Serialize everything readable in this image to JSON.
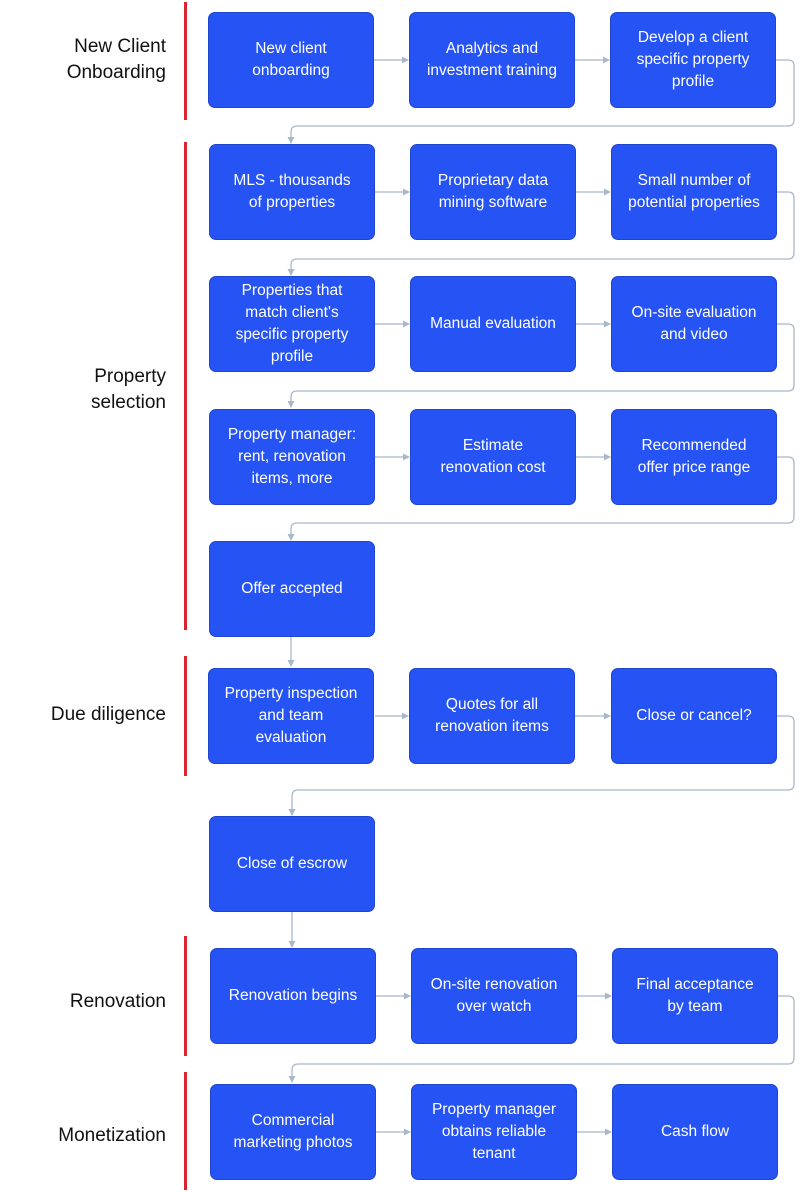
{
  "stages": [
    {
      "id": "new-client-onboarding",
      "label": "New Client\nOnboarding"
    },
    {
      "id": "property-selection",
      "label": "Property\nselection"
    },
    {
      "id": "due-diligence",
      "label": "Due diligence"
    },
    {
      "id": "renovation",
      "label": "Renovation"
    },
    {
      "id": "monetization",
      "label": "Monetization"
    }
  ],
  "steps": {
    "new_client_onboarding": "New client\nonboarding",
    "analytics_training": "Analytics and\ninvestment training",
    "client_profile": "Develop a client\nspecific property\nprofile",
    "mls": "MLS - thousands\nof properties",
    "data_mining": "Proprietary data\nmining software",
    "potential_properties": "Small number of\npotential properties",
    "matching_properties": "Properties that\nmatch client's\nspecific property\nprofile",
    "manual_evaluation": "Manual evaluation",
    "onsite_evaluation": "On-site evaluation\nand video",
    "property_manager_rent": "Property manager:\nrent, renovation\nitems, more",
    "renovation_cost": "Estimate\nrenovation cost",
    "offer_price_range": "Recommended\noffer price range",
    "offer_accepted": "Offer accepted",
    "inspection": "Property inspection\nand team\nevaluation",
    "renovation_quotes": "Quotes for all\nrenovation items",
    "close_or_cancel": "Close or cancel?",
    "close_of_escrow": "Close of escrow",
    "renovation_begins": "Renovation begins",
    "renovation_watch": "On-site renovation\nover watch",
    "final_acceptance": "Final acceptance\nby team",
    "marketing_photos": "Commercial\nmarketing photos",
    "reliable_tenant": "Property manager\nobtains reliable\ntenant",
    "cash_flow": "Cash flow"
  },
  "colors": {
    "box_fill": "#2653f3",
    "box_text": "#ffffff",
    "stage_bar": "#d9262e",
    "connector": "#a9b8c8",
    "label_text": "#111111"
  }
}
